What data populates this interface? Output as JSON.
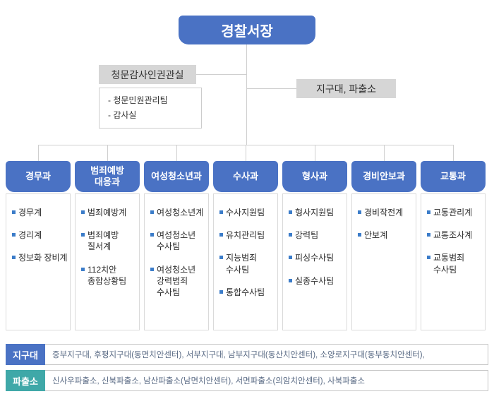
{
  "chart": {
    "root_label": "경찰서장",
    "audit_office": {
      "title": "청문감사인권관실",
      "items": [
        "- 청문민원관리팀",
        "- 감사실"
      ]
    },
    "substation_node": "지구대, 파출소",
    "departments": [
      {
        "name": "경무과",
        "items": [
          "경무계",
          "경리계",
          "정보화 장비계"
        ]
      },
      {
        "name": "범죄예방 대응과",
        "items": [
          "범죄예방계",
          "범죄예방 질서계",
          "112치안 종합상황팀"
        ]
      },
      {
        "name": "여성청소년과",
        "items": [
          "여성청소년계",
          "여성청소년 수사팀",
          "여성청소년 강력범죄 수사팀"
        ]
      },
      {
        "name": "수사과",
        "items": [
          "수사지원팀",
          "유치관리팀",
          "지능범죄 수사팀",
          "통합수사팀"
        ]
      },
      {
        "name": "형사과",
        "items": [
          "형사지원팀",
          "강력팀",
          "피싱수사팀",
          "실종수사팀"
        ]
      },
      {
        "name": "경비안보과",
        "items": [
          "경비작전계",
          "안보계"
        ]
      },
      {
        "name": "교통과",
        "items": [
          "교통관리계",
          "교통조사계",
          "교통범죄 수사팀"
        ]
      }
    ],
    "footer_rows": [
      {
        "label": "지구대",
        "accent": "#4a72c4",
        "text": "중부지구대, 후평지구대(동면치안센터), 서부지구대, 남부지구대(동산치안센터), 소양로지구대(동부동치안센터),"
      },
      {
        "label": "파출소",
        "accent": "#3fa8a8",
        "text": "신사우파출소, 신북파출소, 남산파출소(남면치안센터), 서면파출소(의암치안센터), 사북파출소"
      }
    ]
  },
  "colors": {
    "primary_blue": "#4a72c4",
    "node_gray": "#d6d6d6",
    "bullet_blue": "#3b7cc9",
    "teal": "#3fa8a8",
    "connector_line": "#cfcfcf",
    "item_text": "#2b2b2b",
    "footer_text": "#5a6b85"
  }
}
